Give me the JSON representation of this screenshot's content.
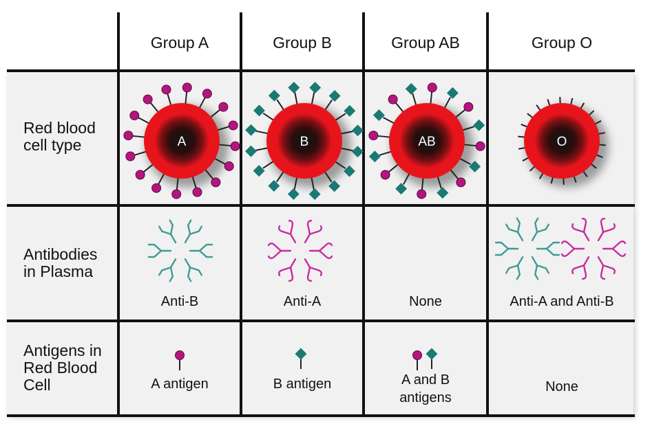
{
  "columns": [
    {
      "label": "Group A"
    },
    {
      "label": "Group B"
    },
    {
      "label": "Group AB"
    },
    {
      "label": "Group O"
    }
  ],
  "rows": {
    "cell_type": {
      "line1": "Red blood",
      "line2": "cell type"
    },
    "antibodies": {
      "line1": "Antibodies",
      "line2": "in Plasma"
    },
    "antigens": {
      "line1": "Antigens in",
      "line2": "Red Blood",
      "line3": "Cell"
    }
  },
  "cells": [
    {
      "letter": "A"
    },
    {
      "letter": "B"
    },
    {
      "letter": "AB"
    },
    {
      "letter": "O"
    }
  ],
  "antibody_captions": [
    "Anti-B",
    "Anti-A",
    "None",
    "Anti-A and Anti-B"
  ],
  "antigen_captions": [
    {
      "line1": "A antigen"
    },
    {
      "line1": "B antigen"
    },
    {
      "line1": "A and B",
      "line2": "antigens"
    },
    {
      "line1": "None"
    }
  ],
  "colors": {
    "red_cell": "#e8141c",
    "antigen_a": "#b5157f",
    "antigen_b": "#1a7a73",
    "anti_a": "#c82b9e",
    "anti_b": "#3c9c95",
    "grid": "#111111",
    "cell_bg": "#f1f1f1"
  }
}
